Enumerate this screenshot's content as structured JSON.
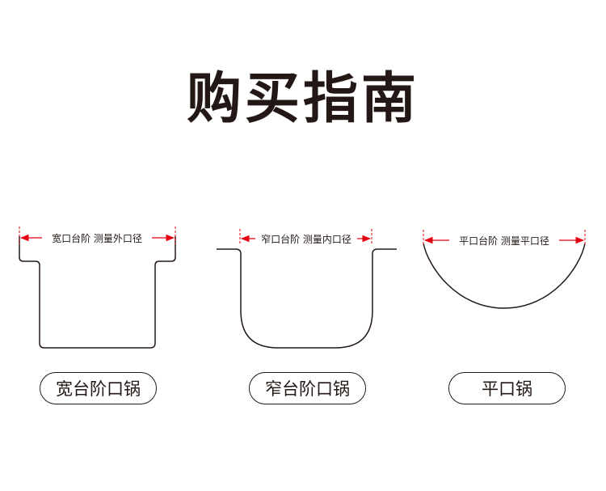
{
  "title": "购买指南",
  "pots": [
    {
      "name": "宽台阶口锅",
      "measure": "宽口台阶  测量外口径"
    },
    {
      "name": "窄台阶口锅",
      "measure": "窄口台阶  测量内口径"
    },
    {
      "name": "平口锅",
      "measure": "平口台阶  测量平口径"
    }
  ],
  "colors": {
    "outline": "#231815",
    "arrow": "#e60012"
  }
}
